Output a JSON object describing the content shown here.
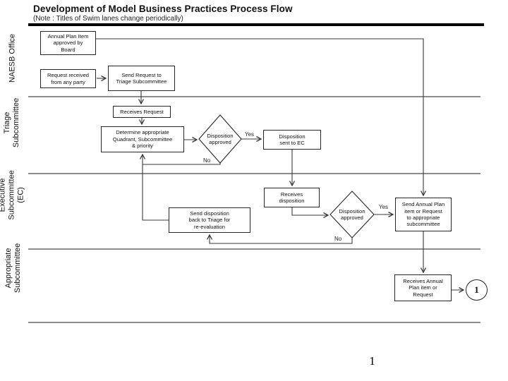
{
  "slide": {
    "title": "Development of Model Business Practices Process Flow",
    "note": "(Note : Titles of Swim lanes change periodically)",
    "page_number": "1"
  },
  "lanes": [
    {
      "label": "NAESB Office"
    },
    {
      "label": "Triage\nSubcommittee"
    },
    {
      "label": "Executive\nSubcommittee\n(EC)"
    },
    {
      "label": "Appropriate\nSubcommittee"
    }
  ],
  "nodes": {
    "annual_plan": {
      "label": "Annual Plan Item\napproved by\nBoard"
    },
    "request_received": {
      "label": "Request received\nfrom any party"
    },
    "send_request": {
      "label": "Send Request to\nTriage Subcommittee"
    },
    "receives_request": {
      "label": "Receives Request"
    },
    "determine_quadrant": {
      "label": "Determine appropriate\nQuadrant, Subcommittee\n& priority"
    },
    "disposition_approved_triage": {
      "label": "Disposition\napproved"
    },
    "disposition_sent_ec": {
      "label": "Disposition\nsent to EC"
    },
    "receives_disposition": {
      "label": "Receives\ndisposition"
    },
    "send_disposition_back": {
      "label": "Send disposition\nback to Triage for\nre-evaluation"
    },
    "disposition_approved_ec": {
      "label": "Disposition\napproved"
    },
    "send_annual_plan": {
      "label": "Send Annual Plan\nitem or Request\nto appropriate\nsubcommittee"
    },
    "receives_annual_plan": {
      "label": "Receives Annual\nPlan item or\nRequest"
    },
    "connector_1": {
      "label": "1"
    }
  },
  "edge_labels": {
    "triage_yes": "Yes",
    "triage_no": "No",
    "ec_yes": "Yes",
    "ec_no": "No"
  },
  "colors": {
    "background": "#ffffff",
    "title_rule": "#000000",
    "lane_divider": "#8c8c8c",
    "connector_line": "#3a3a3a",
    "box_border": "#262626"
  }
}
